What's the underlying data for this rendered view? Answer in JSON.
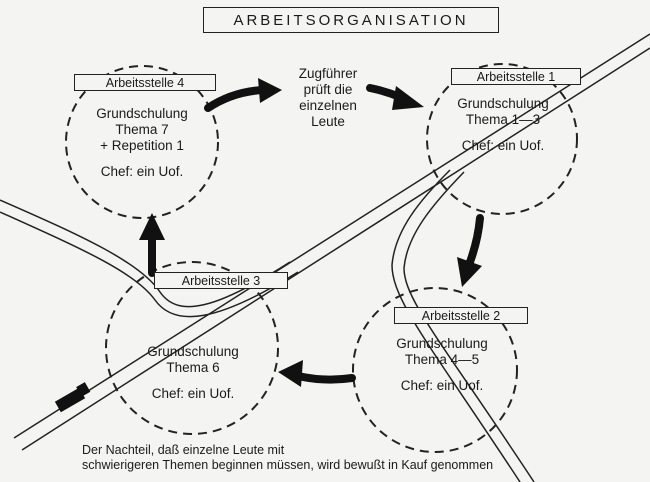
{
  "title": "ARBEITSORGANISATION",
  "transition_note": [
    "Zugführer",
    "prüft die",
    "einzelnen",
    "Leute"
  ],
  "stations": [
    {
      "label": "Arbeitsstelle 4",
      "lines": [
        "Grundschulung",
        "Thema 7",
        "+ Repetition 1"
      ],
      "chief": "Chef: ein Uof."
    },
    {
      "label": "Arbeitsstelle 1",
      "lines": [
        "Grundschulung",
        "Thema 1—3"
      ],
      "chief": "Chef: ein Uof."
    },
    {
      "label": "Arbeitsstelle 2",
      "lines": [
        "Grundschulung",
        "Thema 4—5"
      ],
      "chief": "Chef: ein Uof."
    },
    {
      "label": "Arbeitsstelle 3",
      "lines": [
        "Grundschulung",
        "Thema 6"
      ],
      "chief": "Chef: ein Uof."
    }
  ],
  "footnote": [
    "Der Nachteil, daß einzelne Leute mit",
    "schwierigeren Themen beginnen müssen, wird bewußt in Kauf genommen"
  ]
}
